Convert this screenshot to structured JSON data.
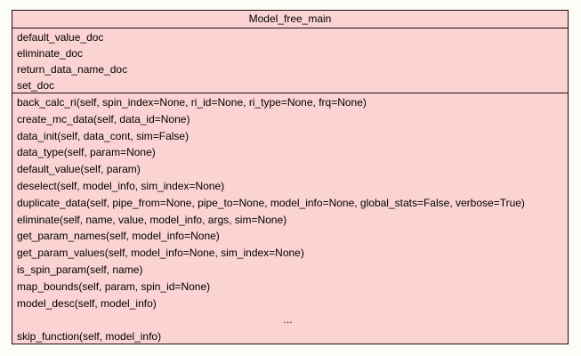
{
  "uml": {
    "title": "Model_free_main",
    "attributes": [
      "default_value_doc",
      "eliminate_doc",
      "return_data_name_doc",
      "set_doc"
    ],
    "methods": [
      "back_calc_ri(self, spin_index=None, ri_id=None, ri_type=None, frq=None)",
      "create_mc_data(self, data_id=None)",
      "data_init(self, data_cont, sim=False)",
      "data_type(self, param=None)",
      "default_value(self, param)",
      "deselect(self, model_info, sim_index=None)",
      "duplicate_data(self, pipe_from=None, pipe_to=None, model_info=None, global_stats=False, verbose=True)",
      "eliminate(self, name, value, model_info, args, sim=None)",
      "get_param_names(self, model_info=None)",
      "get_param_values(self, model_info=None, sim_index=None)",
      "is_spin_param(self, name)",
      "map_bounds(self, param, spin_id=None)",
      "model_desc(self, model_info)"
    ],
    "ellipsis": "...",
    "tail_methods": [
      "skip_function(self, model_info)"
    ],
    "colors": {
      "box_fill": "#fbd3d3",
      "box_border": "#1c0e0e",
      "page_background": "#fdfdf7",
      "text": "#000000"
    }
  }
}
